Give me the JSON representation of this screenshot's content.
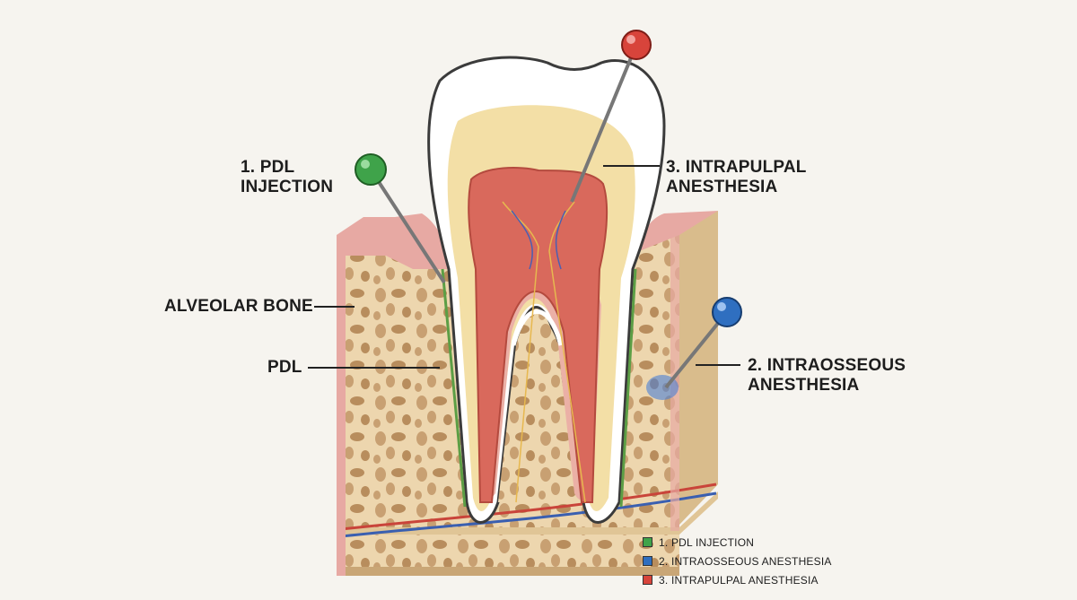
{
  "labels": {
    "pdl_injection": [
      "1. PDL",
      "INJECTION"
    ],
    "intrapulpal": [
      "3. INTRAPULPAL",
      "ANESTHESIA"
    ],
    "alveolar_bone": "ALVEOLAR BONE",
    "pdl": "PDL",
    "intraosseous": [
      "2. INTRAOSSEOUS",
      "ANESTHESIA"
    ]
  },
  "legend": [
    {
      "label": "1. PDL INJECTION",
      "color": "#3fa34a"
    },
    {
      "label": "2. INTRAOSSEOUS ANESTHESIA",
      "color": "#2f6fc0"
    },
    {
      "label": "3. INTRAPULPAL ANESTHESIA",
      "color": "#d8443b"
    }
  ],
  "colors": {
    "gum": "#e7a9a3",
    "bone": "#edd6ae",
    "bone_pore": "#c8a072",
    "enamel": "#ffffff",
    "dentin": "#f3dfa6",
    "pulp": "#d9695c",
    "pdl": "#5c9e45",
    "needle_green": "#3fa34a",
    "needle_blue": "#2f6fc0",
    "needle_red": "#d8443b"
  }
}
